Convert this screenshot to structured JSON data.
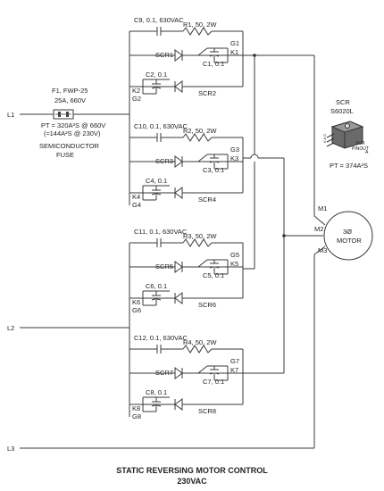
{
  "lines": {
    "l1": "L1",
    "l2": "L2",
    "l3": "L3"
  },
  "fuse": {
    "name": "F1, FWP-25",
    "rating": "25A, 660V",
    "pt1": "PT = 320A²S @ 660V",
    "pt2": "(≈144A²S @ 230V)",
    "type1": "SEMICONDUCTOR",
    "type2": "FUSE"
  },
  "groups": [
    {
      "cap_snub": "C9, 0.1, 630VAC",
      "res": "R1, 50, 2W",
      "scr_a": "SCR1",
      "cap_a": "C1, 0.1",
      "gate_a": "G1",
      "k_a": "K1",
      "cap_b": "C2, 0.1",
      "k_b": "K2",
      "gate_b": "G2",
      "scr_b": "SCR2"
    },
    {
      "cap_snub": "C10, 0.1, 630VAC",
      "res": "R2, 50, 2W",
      "scr_a": "SCR3",
      "cap_a": "C3, 0.1",
      "gate_a": "G3",
      "k_a": "K3",
      "cap_b": "C4, 0.1",
      "k_b": "K4",
      "gate_b": "G4",
      "scr_b": "SCR4"
    },
    {
      "cap_snub": "C11, 0.1, 630VAC",
      "res": "R3, 50, 2W",
      "scr_a": "SCR5",
      "cap_a": "C5, 0.1",
      "gate_a": "G5",
      "k_a": "K5",
      "cap_b": "C6, 0.1",
      "k_b": "K6",
      "gate_b": "G6",
      "scr_b": "SCR6"
    },
    {
      "cap_snub": "C12, 0.1, 630VAC",
      "res": "R4, 50, 2W",
      "scr_a": "SCR7",
      "cap_a": "C7, 0.1",
      "gate_a": "G7",
      "k_a": "K7",
      "cap_b": "C8, 0.1",
      "k_b": "K8",
      "gate_b": "G8",
      "scr_b": "SCR8"
    }
  ],
  "motor": {
    "m1": "M1",
    "m2": "M2",
    "m3": "M3",
    "label1": "3Ø",
    "label2": "MOTOR"
  },
  "scr_part": {
    "title": "SCR",
    "part": "S6020L",
    "pins": "K A G",
    "pin_a": "A",
    "pinout1": "SCR",
    "pinout2": "PINOUT",
    "pt": "PT = 374A²S"
  },
  "title": {
    "line1": "STATIC REVERSING MOTOR CONTROL",
    "line2": "230VAC"
  },
  "colors": {
    "wire": "#3a3a3a",
    "package": "#555555"
  }
}
